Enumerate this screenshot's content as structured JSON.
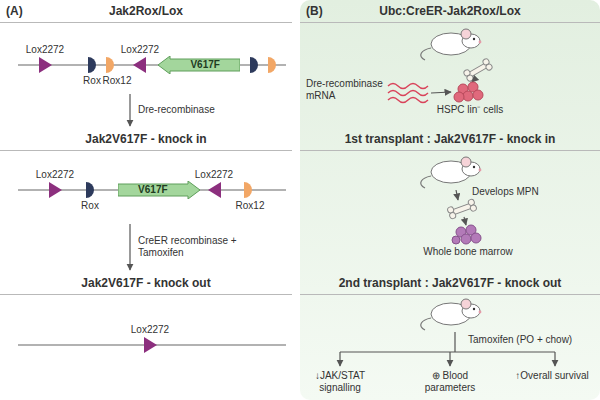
{
  "diagram": {
    "nodes": [
      {
        "text": [
          "(A)"
        ]
      },
      {
        "text": [
          "Jak2Rox/Lox"
        ],
        "in": 0
      },
      {
        "text": [
          "V617F"
        ],
        "in": 1
      },
      {
        "text": [
          "Jak2V617F - knock in"
        ],
        "in": 0
      },
      {
        "text": [
          "V617F"
        ],
        "in": 3
      },
      {
        "text": [
          "Jak2V617F - knock out"
        ],
        "in": 0
      },
      {
        "text": [
          "(B)"
        ]
      },
      {
        "text": [
          "Ubc:CreER-Jak2Rox/Lox"
        ],
        "in": 6
      },
      {
        "text": [
          "1st transplant : Jak2V617F - knock in"
        ],
        "in": 6
      },
      {
        "text": [
          "2nd transplant : Jak2V617F - knock out"
        ],
        "in": 6
      }
    ],
    "edges": [
      {
        "from": 1,
        "to": 3,
        "arrow": "to",
        "label": "Dre-recombinase"
      },
      {
        "from": 3,
        "to": 5,
        "arrow": "to",
        "label": "CreER recombinase + Tamoxifen"
      }
    ],
    "labels": [
      "Lox2272",
      "Rox",
      "Rox12",
      "Lox2272",
      "Lox2272",
      "Rox",
      "Lox2272",
      "Rox12",
      "Lox2272",
      "Dre-recombinase mRNA",
      "HSPC lin⁻ cells",
      "Develops MPN",
      "Whole bone marrow",
      "Tamoxifen (PO + chow)",
      "↓JAK/STAT signalling",
      "⊕ Blood parameters",
      "↑Overall survival"
    ]
  }
}
